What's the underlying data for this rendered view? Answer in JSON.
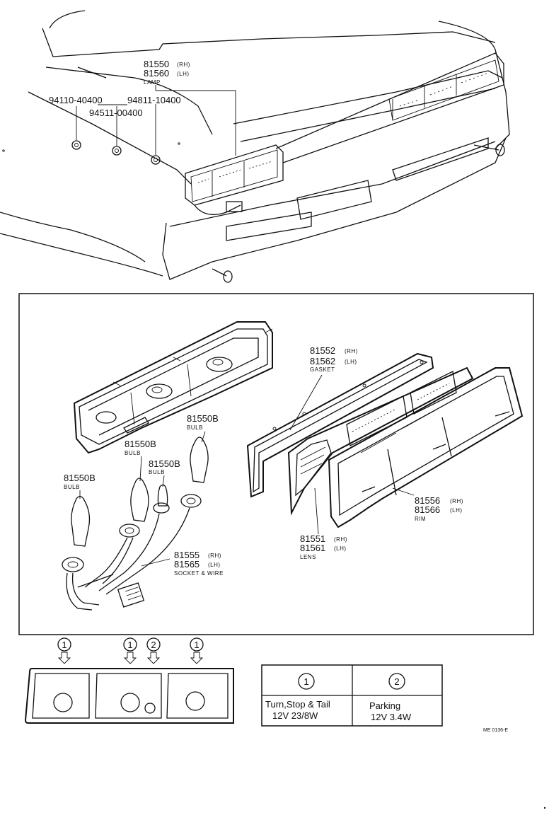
{
  "top_callouts": {
    "lamp_rh": "81550",
    "lamp_rh_side": "(RH)",
    "lamp_lh": "81560",
    "lamp_lh_side": "(LH)",
    "lamp_name": "LAMP",
    "nut_a": "94110-40400",
    "nut_b": "94811-10400",
    "nut_c": "94511-00400"
  },
  "detail_callouts": {
    "gasket_rh": "81552",
    "gasket_rh_side": "(RH)",
    "gasket_lh": "81562",
    "gasket_lh_side": "(LH)",
    "gasket_name": "GASKET",
    "bulb_a": "81550B",
    "bulb_a_name": "BULB",
    "bulb_b": "81550B",
    "bulb_b_name": "BULB",
    "bulb_c": "81550B",
    "bulb_c_name": "BULB",
    "bulb_d": "81550B",
    "bulb_d_name": "BULB",
    "rim_rh": "81556",
    "rim_rh_side": "(RH)",
    "rim_lh": "81566",
    "rim_lh_side": "(LH)",
    "rim_name": "RIM",
    "lens_rh": "81551",
    "lens_rh_side": "(RH)",
    "lens_lh": "81561",
    "lens_lh_side": "(LH)",
    "lens_name": "LENS",
    "socket_rh": "81555",
    "socket_rh_side": "(RH)",
    "socket_lh": "81565",
    "socket_lh_side": "(LH)",
    "socket_name": "SOCKET & WIRE"
  },
  "bulb_layout": {
    "marker_1": "1",
    "marker_2": "2"
  },
  "legend": {
    "col1_num": "1",
    "col2_num": "2",
    "col1_line1": "Turn,Stop & Tail",
    "col1_line2": "12V  23/8W",
    "col2_line1": "Parking",
    "col2_line2": "12V  3.4W"
  },
  "footer": {
    "code": "ME 0136-E"
  }
}
